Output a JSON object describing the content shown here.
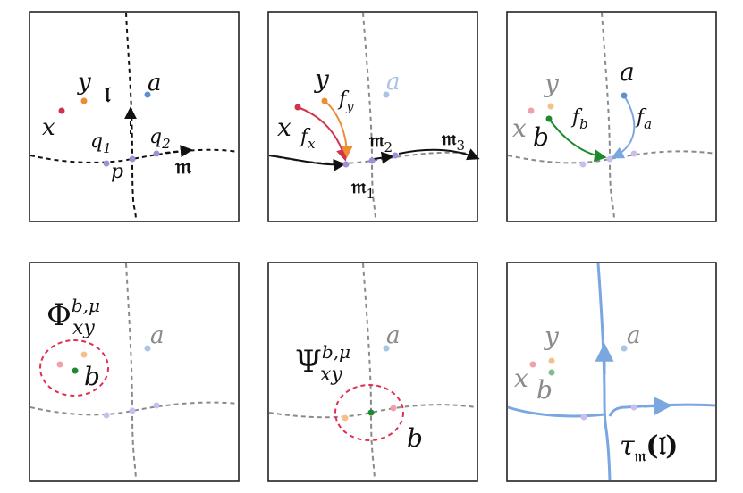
{
  "colors": {
    "x": "#d1334b",
    "y": "#ee8c33",
    "a": "#5f8fd0",
    "b": "#1e8a2e",
    "lattice": "#9f8fd6",
    "ring": "#e03050",
    "dashed_gray": "#8a8a8a",
    "blue_path": "#7aa7e0"
  },
  "panel1": {
    "x_label": "x",
    "y_label": "y",
    "a_label": "a",
    "l_label": "𝔩",
    "q1_label": "q",
    "q1_sub": "1",
    "q2_label": "q",
    "q2_sub": "2",
    "p_label": "p",
    "m_label": "𝔪"
  },
  "panel2": {
    "x_label": "x",
    "y_label": "y",
    "a_label": "a",
    "fx_label": "f",
    "fx_sub": "x",
    "fy_label": "f",
    "fy_sub": "y",
    "m1_label": "𝔪",
    "m1_sub": "1",
    "m2_label": "𝔪",
    "m2_sub": "2",
    "m3_label": "𝔪",
    "m3_sub": "3"
  },
  "panel3": {
    "x_label": "x",
    "y_label": "y",
    "a_label": "a",
    "b_label": "b",
    "fb_label": "f",
    "fb_sub": "b",
    "fa_label": "f",
    "fa_sub": "a"
  },
  "panel4": {
    "phi_label": "Φ",
    "phi_sup": "b,μ",
    "phi_sub": "xy",
    "a_label": "a",
    "b_label": "b"
  },
  "panel5": {
    "psi_label": "Ψ",
    "psi_sup": "b,μ",
    "psi_sub": "xy",
    "a_label": "a",
    "b_label": "b"
  },
  "panel6": {
    "x_label": "x",
    "y_label": "y",
    "a_label": "a",
    "b_label": "b",
    "tau_label": "τ",
    "tau_sub": "𝔪",
    "tau_arg": "(𝔩)"
  }
}
